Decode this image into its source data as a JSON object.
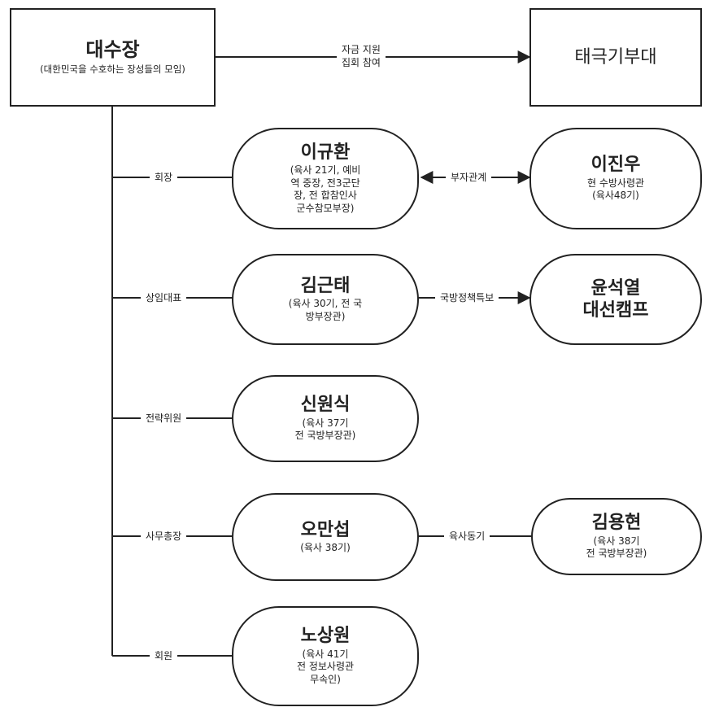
{
  "nodes": {
    "daesujang": {
      "name": "대수장",
      "desc": "(대한민국을 수호하는 장성들의 모임)"
    },
    "taegukgi": {
      "name": "태극기부대"
    },
    "lee_gyuhwan": {
      "name": "이규환",
      "desc": "(육사 21기, 예비\n역 중장, 전3군단\n장, 전 합참인사\n군수참모부장)"
    },
    "lee_jinwoo": {
      "name": "이진우",
      "desc": "현 수방사령관\n(육사48기)"
    },
    "kim_geuntae": {
      "name": "김근태",
      "desc": "(육사 30기, 전 국\n방부장관)"
    },
    "yoon_camp": {
      "name": "윤석열\n대선캠프"
    },
    "shin_wonsik": {
      "name": "신원식",
      "desc": "(육사 37기\n전 국방부장관)"
    },
    "oh_mansub": {
      "name": "오만섭",
      "desc": "(육사 38기)"
    },
    "kim_yonghyun": {
      "name": "김용현",
      "desc": "(육사 38기\n전 국방부장관)"
    },
    "no_sangwon": {
      "name": "노상원",
      "desc": "(육사 41기\n전 정보사령관\n무속인)"
    }
  },
  "edges": {
    "funding": "자금 지원\n집회 참여",
    "chairman": "회장",
    "father_son": "부자관계",
    "rep": "상임대표",
    "defense_aide": "국방정책특보",
    "strategy": "전략위원",
    "secretary": "사무총장",
    "classmate": "육사동기",
    "member": "회원"
  }
}
